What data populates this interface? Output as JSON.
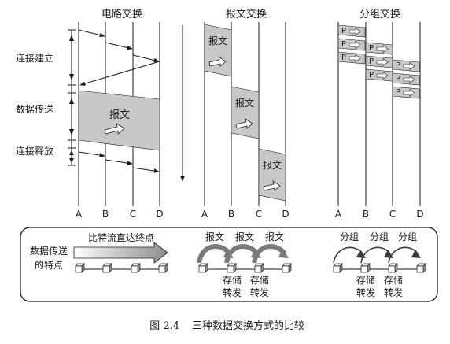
{
  "panels": {
    "circuit": {
      "title": "电路交换",
      "phases": [
        "连接建立",
        "数据传送",
        "连接释放"
      ],
      "message_label": "报文",
      "nodes": [
        "A",
        "B",
        "C",
        "D"
      ]
    },
    "message": {
      "title": "报文交换",
      "message_label": "报文",
      "nodes": [
        "A",
        "B",
        "C",
        "D"
      ]
    },
    "packet": {
      "title": "分组交换",
      "packet_label": "P",
      "nodes": [
        "A",
        "B",
        "C",
        "D"
      ]
    }
  },
  "characteristics": {
    "heading_line1": "数据传送",
    "heading_line2": "的特点",
    "circuit_text": "比特流直达终点",
    "message_label": "报文",
    "packet_label": "分组",
    "store_line1": "存储",
    "store_line2": "转发"
  },
  "caption": {
    "figure_number": "图 2.4",
    "text": "三种数据交换方式的比较"
  },
  "colors": {
    "line": "#1a1a1a",
    "fill_gray": "#c8c8c8",
    "shadow": "#8a8a8a",
    "background": "#ffffff"
  }
}
